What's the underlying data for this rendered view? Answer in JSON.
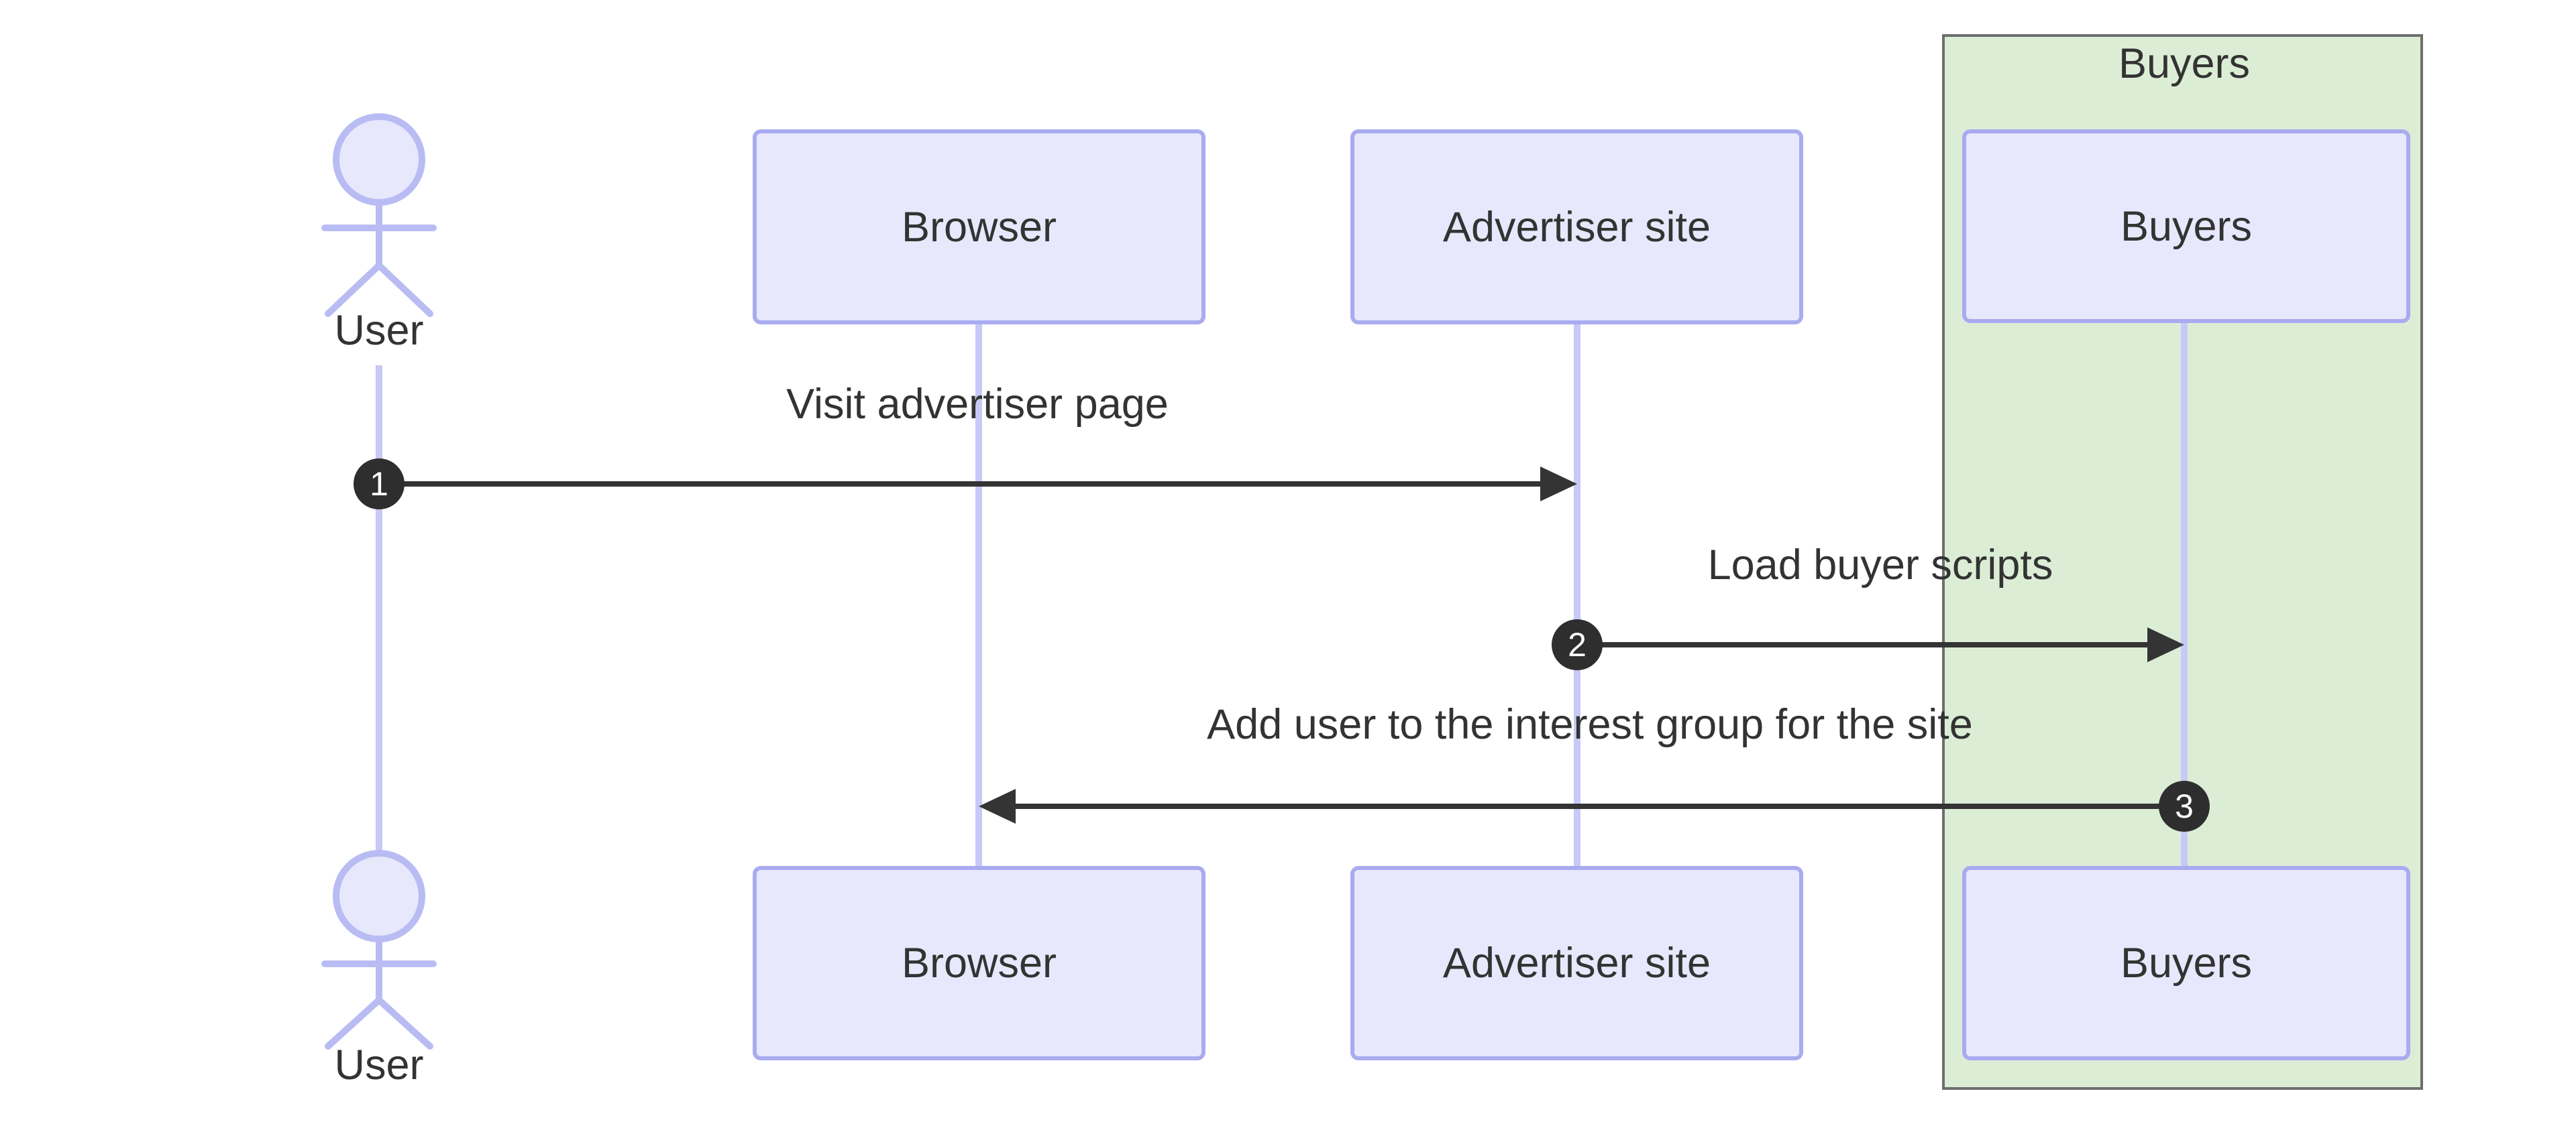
{
  "diagram": {
    "kind": "sequence-diagram",
    "group": {
      "label": "Buyers"
    },
    "actors": {
      "user": {
        "label": "User",
        "shape": "stick-figure"
      }
    },
    "participants": [
      {
        "id": "browser",
        "label": "Browser"
      },
      {
        "id": "advertiser-site",
        "label": "Advertiser site"
      },
      {
        "id": "buyers",
        "label": "Buyers"
      }
    ],
    "messages": [
      {
        "num": "1",
        "text": "Visit advertiser page",
        "from": "user",
        "to": "advertiser-site",
        "direction": "right"
      },
      {
        "num": "2",
        "text": "Load buyer scripts",
        "from": "advertiser-site",
        "to": "buyers",
        "direction": "right"
      },
      {
        "num": "3",
        "text": "Add user to the interest group for the site",
        "from": "buyers",
        "to": "browser",
        "direction": "left"
      }
    ]
  },
  "colors": {
    "background": "#ffffff",
    "participant_fill": "#e8e8fc",
    "participant_border": "#a9abf0",
    "lifeline": "#c7c9f6",
    "actor_stroke": "#b9bcf3",
    "group_fill": "#dcedd6",
    "group_border": "#6e6e6e",
    "arrow": "#343434",
    "badge_fill": "#2e2e2e",
    "badge_text": "#ffffff",
    "text": "#333333"
  }
}
